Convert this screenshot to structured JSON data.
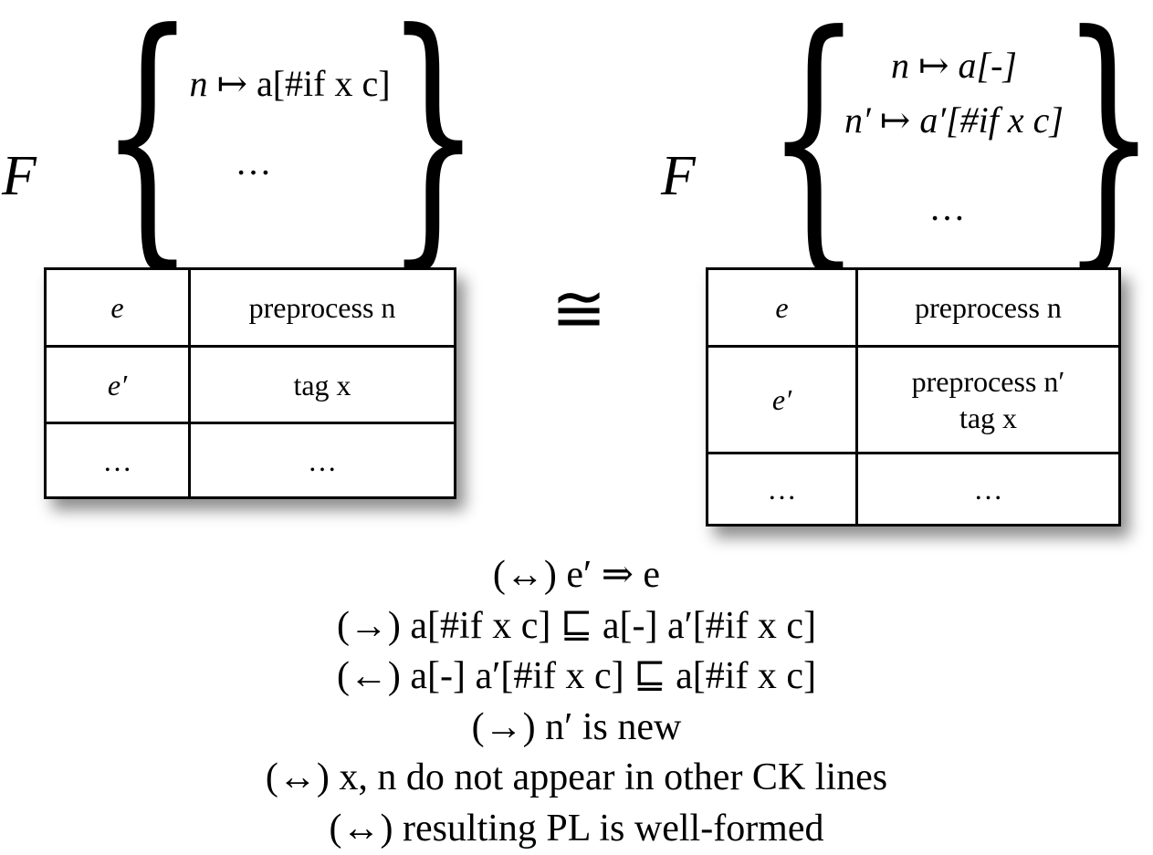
{
  "left": {
    "F": "F",
    "mapping": {
      "line1_n": "n",
      "line1_rest": "a[#if x c]",
      "ellipsis": "…"
    },
    "table": {
      "rows": [
        {
          "e": "e",
          "action": "preprocess n"
        },
        {
          "e": "e′",
          "action": "tag x"
        },
        {
          "e": "…",
          "action": "…"
        }
      ]
    }
  },
  "cong_symbol": "≅",
  "right": {
    "F": "F",
    "mapping": {
      "line1": "n ↦ a[-]",
      "line2": "n′ ↦ a′[#if x c]",
      "ellipsis": "…"
    },
    "table": {
      "rows": [
        {
          "e": "e",
          "action": "preprocess n"
        },
        {
          "e": "e′",
          "action_line1": "preprocess n′",
          "action_line2": "tag x"
        },
        {
          "e": "…",
          "action": "…"
        }
      ]
    }
  },
  "conditions": [
    "(↔) e′ ⇒ e",
    "(→) a[#if x c] ⊑ a[-] a′[#if x c]",
    "(←) a[-] a′[#if x c] ⊑ a[#if x c]",
    "(→) n′ is new",
    "(↔) x, n do not appear in other CK lines",
    "(↔) resulting PL is well-formed"
  ]
}
